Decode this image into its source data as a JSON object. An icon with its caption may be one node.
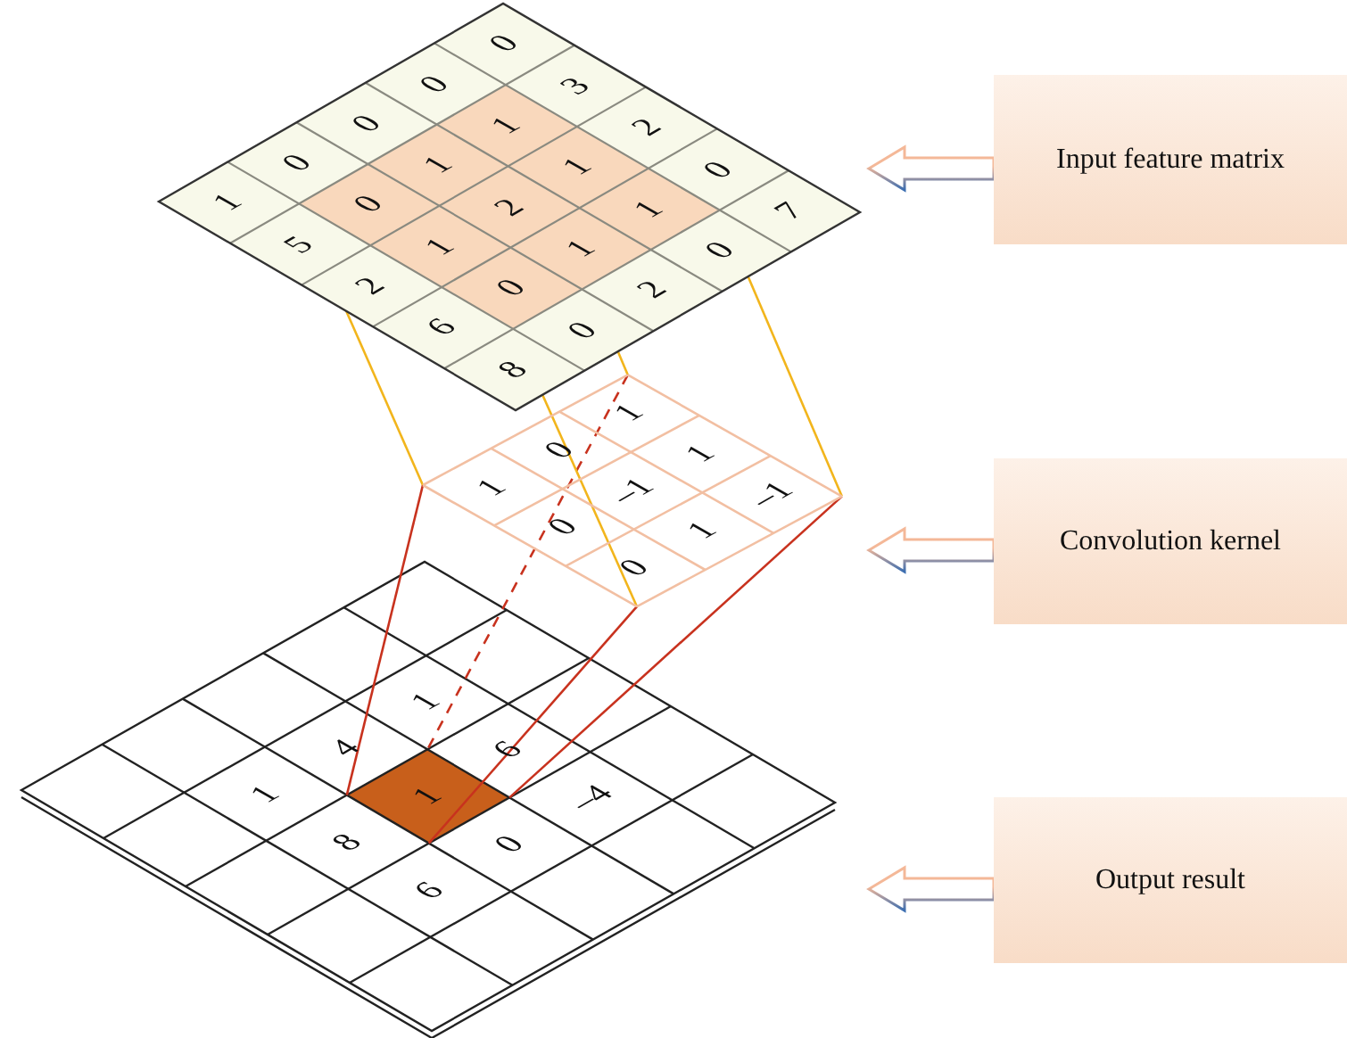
{
  "diagram": {
    "nodes": [
      {
        "text": [
          "Input feature matrix"
        ]
      },
      {
        "text": [
          "Convolution kernel"
        ]
      },
      {
        "text": [
          "Output result"
        ]
      }
    ],
    "edges": [
      {
        "from": 0,
        "to": null,
        "arrow": "to"
      },
      {
        "from": 1,
        "to": null,
        "arrow": "to"
      },
      {
        "from": 2,
        "to": null,
        "arrow": "to"
      }
    ],
    "labels": [
      "1",
      "0",
      "0",
      "0",
      "0",
      "5",
      "0",
      "1",
      "1",
      "3",
      "2",
      "1",
      "2",
      "1",
      "2",
      "6",
      "0",
      "1",
      "1",
      "0",
      "8",
      "0",
      "2",
      "0",
      "7",
      "1",
      "0",
      "1",
      "0",
      "–1",
      "1",
      "0",
      "1",
      "–1",
      "1",
      "4",
      "1",
      "8",
      "1",
      "6",
      "6",
      "0",
      "–4"
    ]
  }
}
